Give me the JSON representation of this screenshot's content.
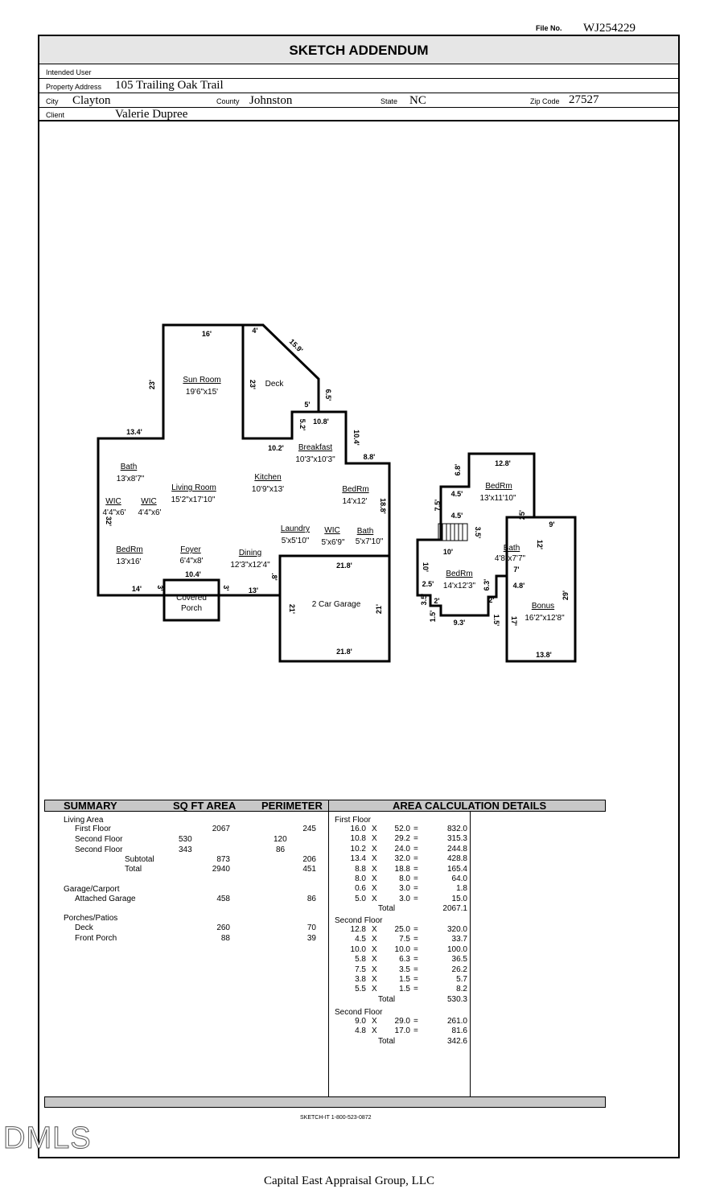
{
  "file_no_label": "File No.",
  "file_no": "WJ254229",
  "title": "SKETCH ADDENDUM",
  "header": {
    "intended_user_label": "Intended User",
    "property_address_label": "Property Address",
    "property_address": "105 Trailing Oak Trail",
    "city_label": "City",
    "city": "Clayton",
    "county_label": "County",
    "county": "Johnston",
    "state_label": "State",
    "state": "NC",
    "zip_label": "Zip Code",
    "zip": "27527",
    "client_label": "Client",
    "client": "Valerie Dupree"
  },
  "first_floor_labels": {
    "sunroom": "Sun Room",
    "sunroom_dim": "19'6\"x15'",
    "deck": "Deck",
    "breakfast": "Breakfast",
    "breakfast_dim": "10'3\"x10'3\"",
    "kitchen": "Kitchen",
    "kitchen_dim": "10'9\"x13'",
    "living": "Living Room",
    "living_dim": "15'2\"x17'10\"",
    "bath1": "Bath",
    "bath1_dim": "13'x8'7\"",
    "wic1": "WIC",
    "wic1_dim": "4'4\"x6'",
    "wic2": "WIC",
    "wic2_dim": "4'4\"x6'",
    "bedrm_r": "BedRm",
    "bedrm_r_dim": "14'x12'",
    "laundry": "Laundry",
    "laundry_dim": "5'x5'10\"",
    "wic3": "WIC",
    "wic3_dim": "5'x6'9\"",
    "bath2": "Bath",
    "bath2_dim": "5'x7'10\"",
    "bedrm_l": "BedRm",
    "bedrm_l_dim": "13'x16'",
    "foyer": "Foyer",
    "foyer_dim": "6'4\"x8'",
    "dining": "Dining",
    "dining_dim": "12'3\"x12'4\"",
    "porch1": "Covered",
    "porch2": "Porch",
    "garage": "2 Car Garage"
  },
  "first_floor_dims": {
    "d16": "16'",
    "d4": "4'",
    "d159": "15.9'",
    "d23a": "23'",
    "d23b": "23'",
    "d65": "6.5'",
    "d5": "5'",
    "d52": "5.2'",
    "d108": "10.8'",
    "d104": "10.4'",
    "d102": "10.2'",
    "d88": "8.8'",
    "d134": "13.4'",
    "d188": "18.8'",
    "d32": "32'",
    "d14": "14'",
    "d3a": "3'",
    "d104b": "10.4'",
    "d3b": "3'",
    "d13": "13'",
    "d8": ".8'",
    "d218a": "21.8'",
    "d21a": "21'",
    "d21b": "21'",
    "d218b": "21.8'"
  },
  "second_floor_labels": {
    "bedrm1": "BedRm",
    "bedrm1_dim": "13'x11'10\"",
    "bath": "Bath",
    "bath_dim": "4'8\"x7'7\"",
    "bedrm2": "BedRm",
    "bedrm2_dim": "14'x12'3\"",
    "bonus": "Bonus",
    "bonus_dim": "16'2\"x12'8\""
  },
  "second_floor_dims": {
    "d128": "12.8'",
    "d68": "6.8'",
    "d45a": "4.5'",
    "d75": "7.5'",
    "d45b": "4.5'",
    "d25": "25'",
    "d35": "3.5'",
    "d10": "10'",
    "d9": "9'",
    "d12": "12'",
    "d7": "7'",
    "d10b": "10'",
    "d48": "4.8'",
    "d25b": "2.5'",
    "d63": "6.3'",
    "d29": "29'",
    "d35b": "3.5'",
    "d2a": "2'",
    "d2b": "2'",
    "d15a": "1.5'",
    "d93": "9.3'",
    "d15b": "1.5'",
    "d17": "17'",
    "d138": "13.8'"
  },
  "summary": {
    "headers": [
      "SUMMARY",
      "SQ FT AREA",
      "PERIMETER",
      "AREA CALCULATION DETAILS"
    ],
    "living_area_label": "Living Area",
    "rows": [
      {
        "label": "First Floor",
        "area": "2067",
        "perim": "245"
      },
      {
        "label": "Second Floor",
        "area": "530",
        "perim": "120"
      },
      {
        "label": "Second Floor",
        "area": "343",
        "perim": "86"
      }
    ],
    "subtotal_label": "Subtotal",
    "subtotal_area": "873",
    "subtotal_perim": "206",
    "total_label": "Total",
    "total_area": "2940",
    "total_perim": "451",
    "garage_label": "Garage/Carport",
    "garage_row": {
      "label": "Attached Garage",
      "area": "458",
      "perim": "86"
    },
    "porches_label": "Porches/Patios",
    "porch_rows": [
      {
        "label": "Deck",
        "area": "260",
        "perim": "70"
      },
      {
        "label": "Front Porch",
        "area": "88",
        "perim": "39"
      }
    ]
  },
  "details": [
    {
      "title": "First Floor",
      "rows": [
        [
          "16.0",
          "52.0",
          "832.0"
        ],
        [
          "10.8",
          "29.2",
          "315.3"
        ],
        [
          "10.2",
          "24.0",
          "244.8"
        ],
        [
          "13.4",
          "32.0",
          "428.8"
        ],
        [
          "8.8",
          "18.8",
          "165.4"
        ],
        [
          "8.0",
          "8.0",
          "64.0"
        ],
        [
          "0.6",
          "3.0",
          "1.8"
        ],
        [
          "5.0",
          "3.0",
          "15.0"
        ]
      ],
      "total": "2067.1"
    },
    {
      "title": "Second Floor",
      "rows": [
        [
          "12.8",
          "25.0",
          "320.0"
        ],
        [
          "4.5",
          "7.5",
          "33.7"
        ],
        [
          "10.0",
          "10.0",
          "100.0"
        ],
        [
          "5.8",
          "6.3",
          "36.5"
        ],
        [
          "7.5",
          "3.5",
          "26.2"
        ],
        [
          "3.8",
          "1.5",
          "5.7"
        ],
        [
          "5.5",
          "1.5",
          "8.2"
        ]
      ],
      "total": "530.3"
    },
    {
      "title": "Second Floor",
      "rows": [
        [
          "9.0",
          "29.0",
          "261.0"
        ],
        [
          "4.8",
          "17.0",
          "81.6"
        ]
      ],
      "total": "342.6"
    }
  ],
  "x_sign": "X",
  "eq_sign": "=",
  "total_word": "Total",
  "software_credit": "SKETCH-IT 1-800-523-0872",
  "footer_company": "Capital East Appraisal Group, LLC",
  "watermark": "DMLS"
}
